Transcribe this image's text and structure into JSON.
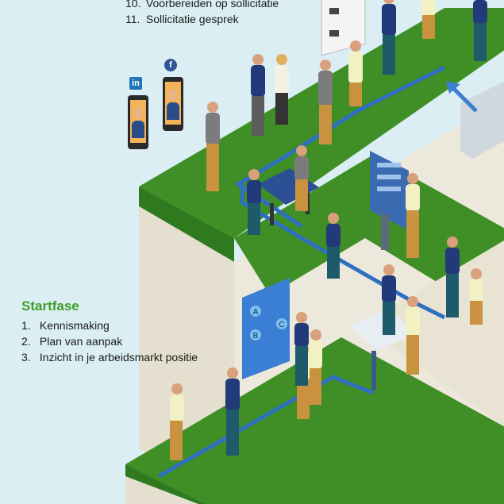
{
  "top_phase": {
    "items": [
      {
        "num": "10.",
        "label": "Voorbereiden op sollicitatie"
      },
      {
        "num": "11.",
        "label": "Sollicitatie gesprek"
      }
    ]
  },
  "start_phase": {
    "title": "Startfase",
    "items": [
      {
        "num": "1.",
        "label": "Kennismaking"
      },
      {
        "num": "2.",
        "label": "Plan van aanpak"
      },
      {
        "num": "3.",
        "label": "Inzicht in je arbeidsmarkt positie"
      }
    ]
  },
  "social": {
    "linkedin_label": "in",
    "facebook_label": "f"
  },
  "board_letters": [
    "A",
    "B",
    "C"
  ],
  "colors": {
    "background": "#dbeef3",
    "grass": "#3f8f26",
    "grass_light": "#55a83a",
    "cliff": "#e4dfcf",
    "cliff_shade": "#cfc9b6",
    "path": "#2f6fc0",
    "accent_green": "#3f9e2a"
  }
}
